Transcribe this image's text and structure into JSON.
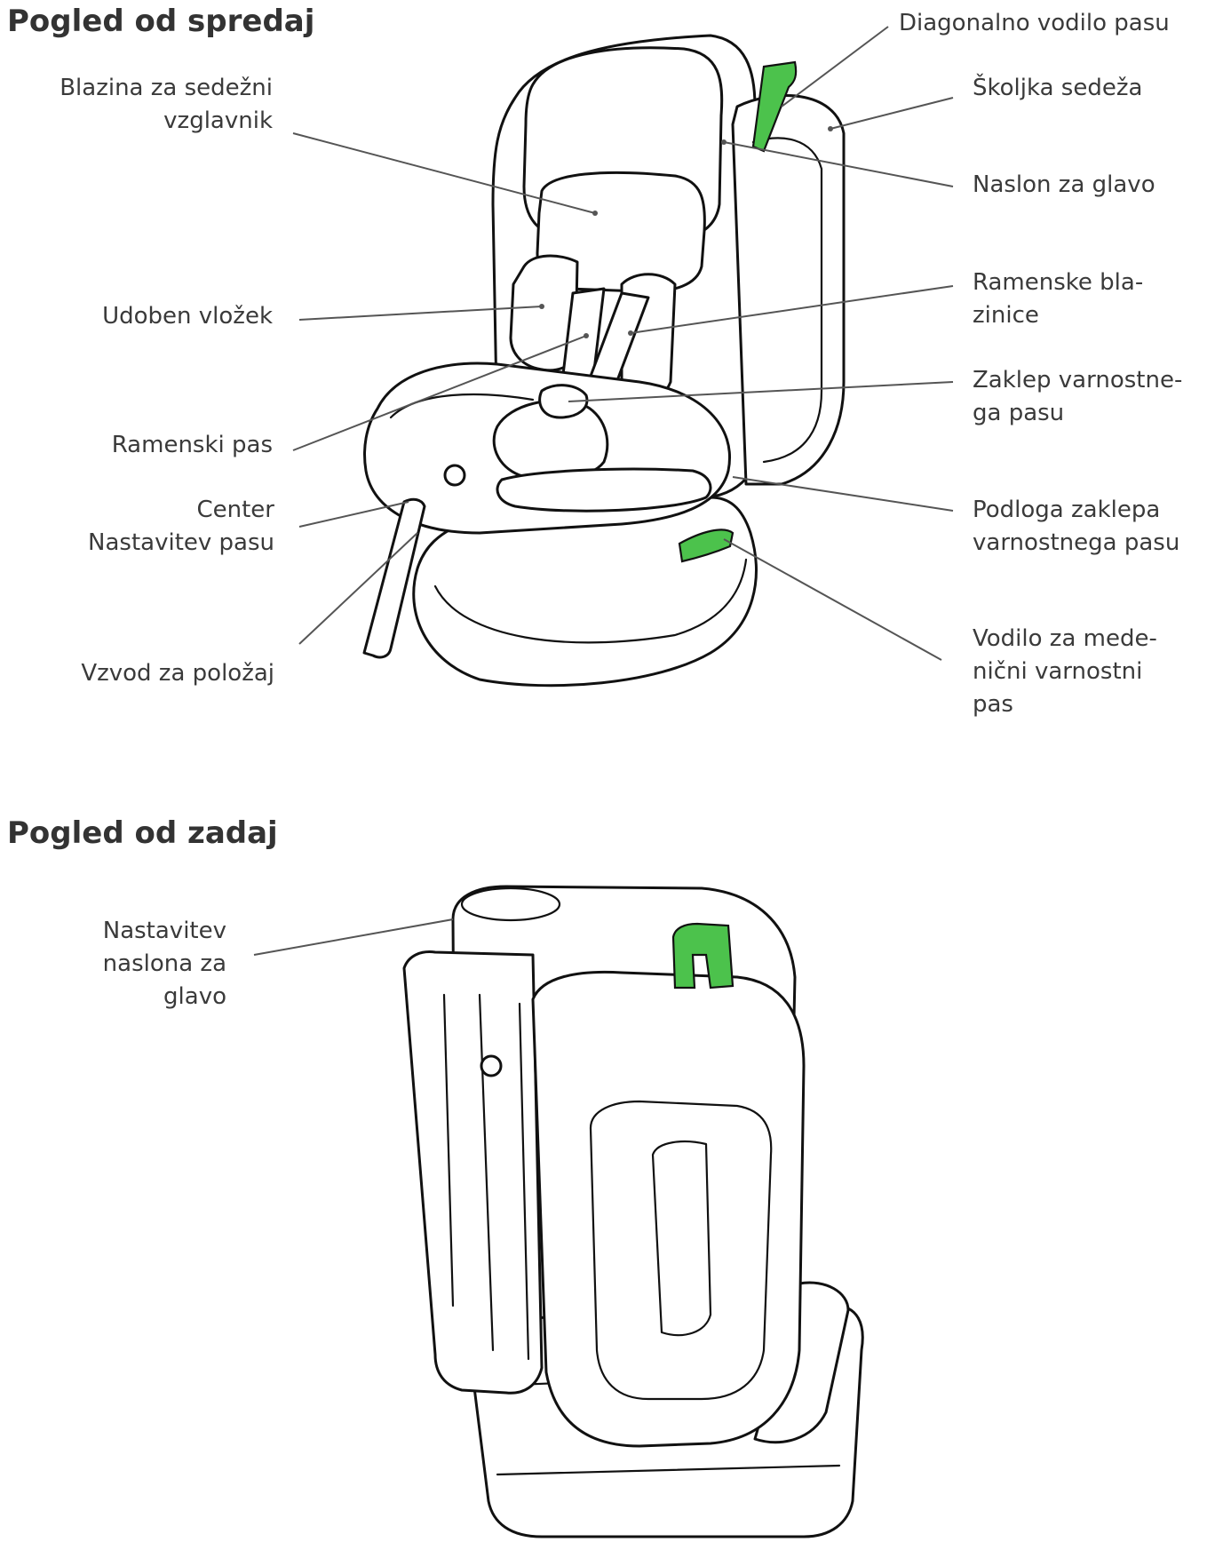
{
  "front": {
    "heading": "Pogled od spredaj",
    "labels": {
      "headrest_cushion": "Blazina za sedežni\nvzglavnik",
      "comfort_insert": "Udoben vložek",
      "shoulder_belt": "Ramenski pas",
      "center_adjust": "Center\nNastavitev pasu",
      "position_lever": "Vzvod za položaj",
      "diagonal_guide": "Diagonalno vodilo pasu",
      "seat_shell": "Školjka sedeža",
      "headrest": "Naslon za glavo",
      "shoulder_pads": "Ramenske bla-\nzinice",
      "buckle": "Zaklep varnostne-\nga pasu",
      "buckle_pad": "Podloga zaklepa\nvarnostnega pasu",
      "lap_guide": "Vodilo za mede-\nnični varnostni\npas"
    }
  },
  "back": {
    "heading": "Pogled od zadaj",
    "labels": {
      "headrest_adjust": "Nastavitev\nnaslona za\nglavo"
    }
  },
  "colors": {
    "highlight": "#4cc24c",
    "ink": "#111111",
    "leader": "#555555",
    "text": "#3a3a3a"
  }
}
